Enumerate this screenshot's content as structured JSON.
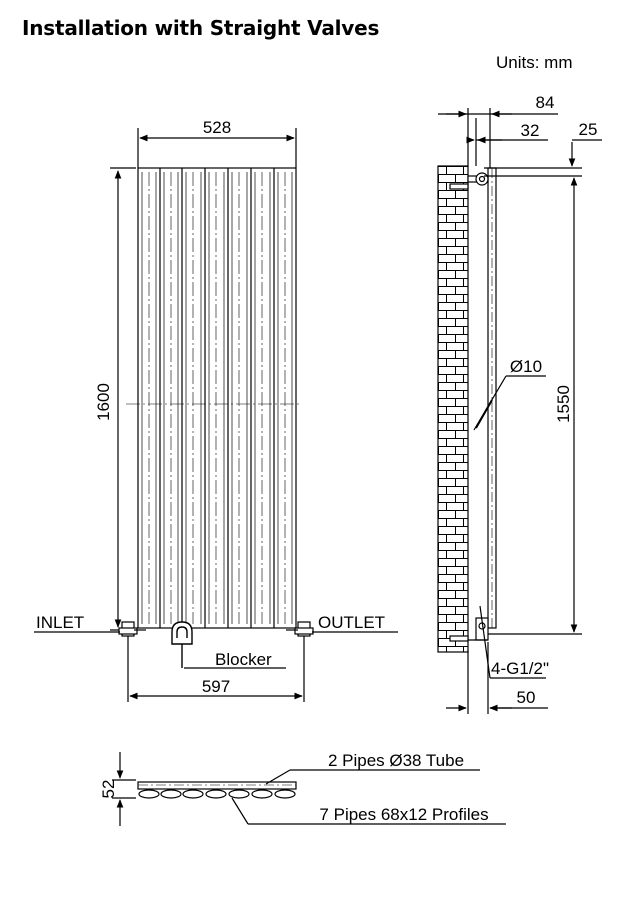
{
  "title": "Installation with Straight Valves",
  "units": "Units: mm",
  "front_view": {
    "width": "528",
    "height": "1600",
    "inlet": "INLET",
    "outlet": "OUTLET",
    "blocker": "Blocker",
    "valve_span": "597"
  },
  "side_view": {
    "depth_total": "84",
    "depth_pipe": "32",
    "top_offset": "25",
    "pipe_diameter": "Ø10",
    "bracket_height": "1550",
    "connections": "4-G1/2\"",
    "wall_to_valve": "50"
  },
  "plan_view": {
    "depth": "52",
    "tubes": "2 Pipes Ø38 Tube",
    "profiles": "7 Pipes 68x12 Profiles"
  }
}
